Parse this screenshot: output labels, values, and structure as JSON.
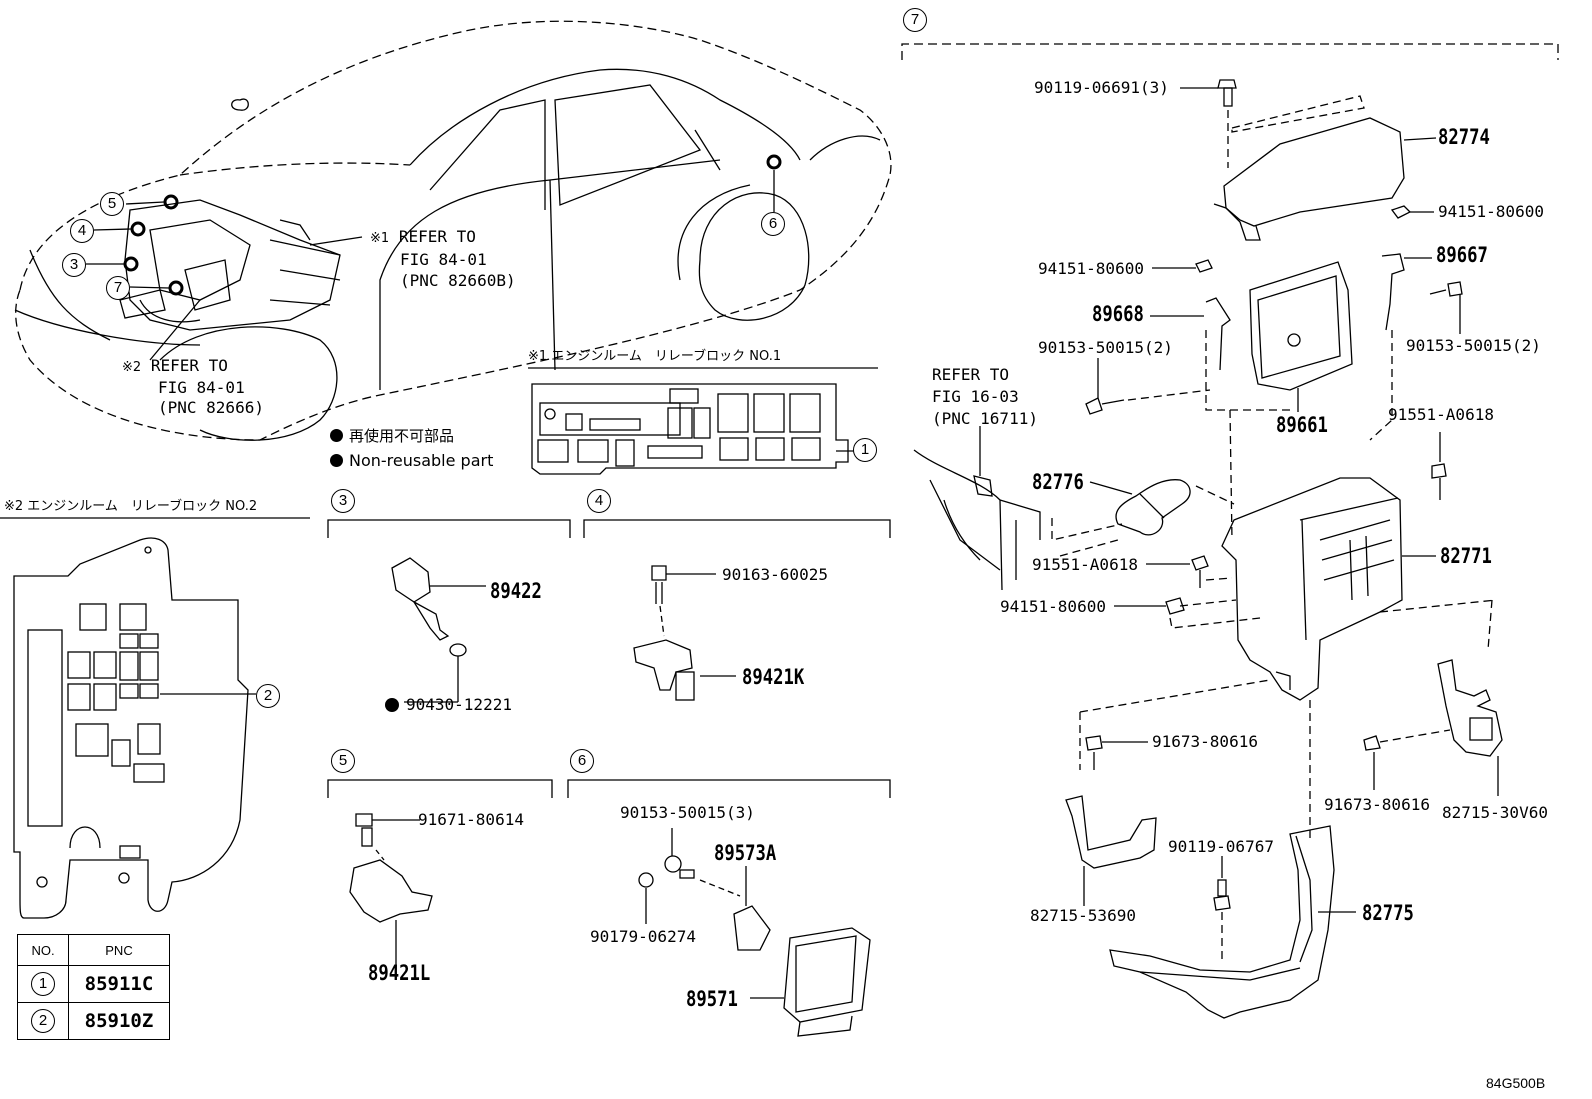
{
  "refs": {
    "r1_marker": "※1",
    "r1_line1": "REFER TO",
    "r1_line2": "FIG 84-01",
    "r1_line3": "(PNC 82660B)",
    "r2_marker": "※2",
    "r2_line1": "REFER TO",
    "r2_line2": "FIG 84-01",
    "r2_line3": "(PNC 82666)",
    "r3_line1": "REFER TO",
    "r3_line2": "FIG 16-03",
    "r3_line3": "(PNC 16711)"
  },
  "legend": {
    "jp": "再使用不可部品",
    "en": "Non-reusable part"
  },
  "relay_block_1_title": "※1 エンジンルーム　リレーブロック NO.1",
  "relay_block_2_title": "※2 エンジンルーム　リレーブロック NO.2",
  "callouts": [
    "1",
    "2",
    "3",
    "4",
    "5",
    "6",
    "7"
  ],
  "parts": {
    "p90119_06691": "90119-06691(3)",
    "p82774": "82774",
    "p94151_80600_a": "94151-80600",
    "p89667": "89667",
    "p94151_80600_b": "94151-80600",
    "p89668": "89668",
    "p90153_50015_a": "90153-50015(2)",
    "p90153_50015_b": "90153-50015(2)",
    "p89661": "89661",
    "p91551_A0618_a": "91551-A0618",
    "p82776": "82776",
    "p82771": "82771",
    "p91551_A0618_b": "91551-A0618",
    "p94151_80600_c": "94151-80600",
    "p91673_80616_a": "91673-80616",
    "p91673_80616_b": "91673-80616",
    "p82715_30V60": "82715-30V60",
    "p90119_06767": "90119-06767",
    "p82775": "82775",
    "p82715_53690": "82715-53690",
    "p89422": "89422",
    "p90430_12221": "90430-12221",
    "p90163_60025": "90163-60025",
    "p89421K": "89421K",
    "p91671_80614": "91671-80614",
    "p89421L": "89421L",
    "p90153_50015_c": "90153-50015(3)",
    "p89573A": "89573A",
    "p90179_06274": "90179-06274",
    "p89571": "89571"
  },
  "table": {
    "header_no": "NO.",
    "header_pnc": "PNC",
    "rows": [
      {
        "no": "1",
        "pnc": "85911C"
      },
      {
        "no": "2",
        "pnc": "85910Z"
      }
    ]
  },
  "figure_code": "84G500B"
}
